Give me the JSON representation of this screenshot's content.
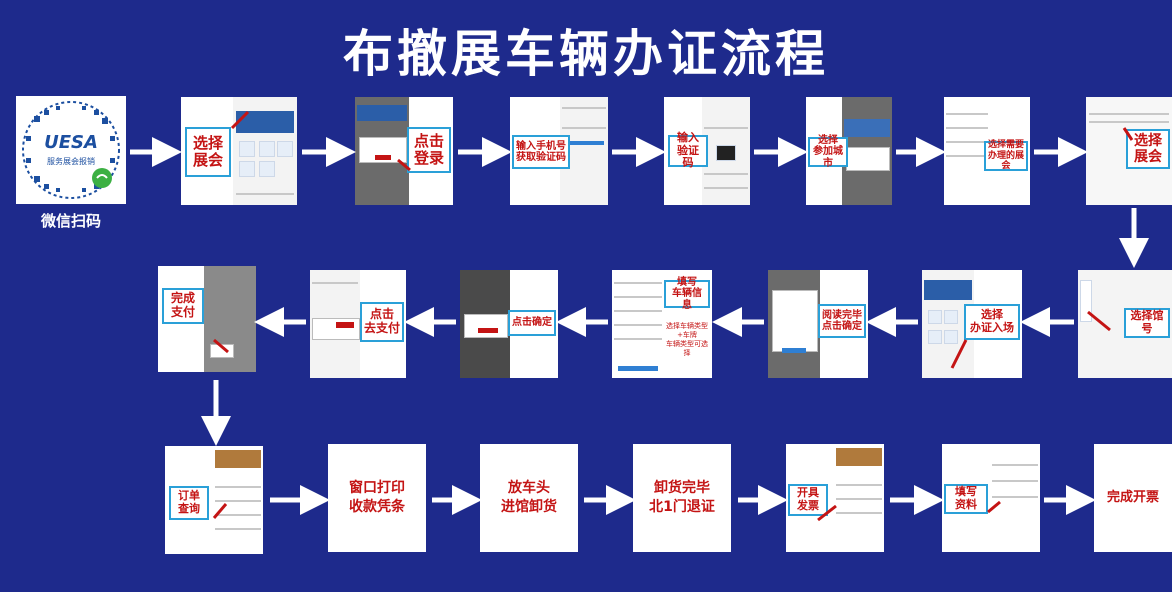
{
  "title": "布撤展车辆办证流程",
  "qr": {
    "logo_text": "UESA",
    "logo_sub": "服务展会报销",
    "caption": "微信扫码"
  },
  "steps_row1": [
    {
      "label": "选择\n展会"
    },
    {
      "label": "点击\n登录"
    },
    {
      "label": "输入手机号\n获取验证码"
    },
    {
      "label": "输入\n验证码"
    },
    {
      "label": "选择\n参加城市"
    },
    {
      "label": "选择需要\n办理的展会"
    },
    {
      "label": "选择\n展会"
    }
  ],
  "steps_row2": [
    {
      "label": "选择馆号"
    },
    {
      "label": "选择\n办证入场"
    },
    {
      "label": "阅读完毕\n点击确定"
    },
    {
      "label": "填写\n车辆信息"
    },
    {
      "label": "点击确定"
    },
    {
      "label": "点击\n去支付"
    },
    {
      "label": "完成\n支付"
    }
  ],
  "steps_row3": [
    {
      "label": "订单\n查询"
    },
    {
      "label": "窗口打印\n收款凭条"
    },
    {
      "label": "放车头\n进馆卸货"
    },
    {
      "label": "卸货完毕\n北1门退证"
    },
    {
      "label": "开具\n发票"
    },
    {
      "label": "填写\n资料"
    },
    {
      "label": "完成开票"
    }
  ],
  "row2_note": "选择车辆类型+车牌\n车辆类型可选择"
}
